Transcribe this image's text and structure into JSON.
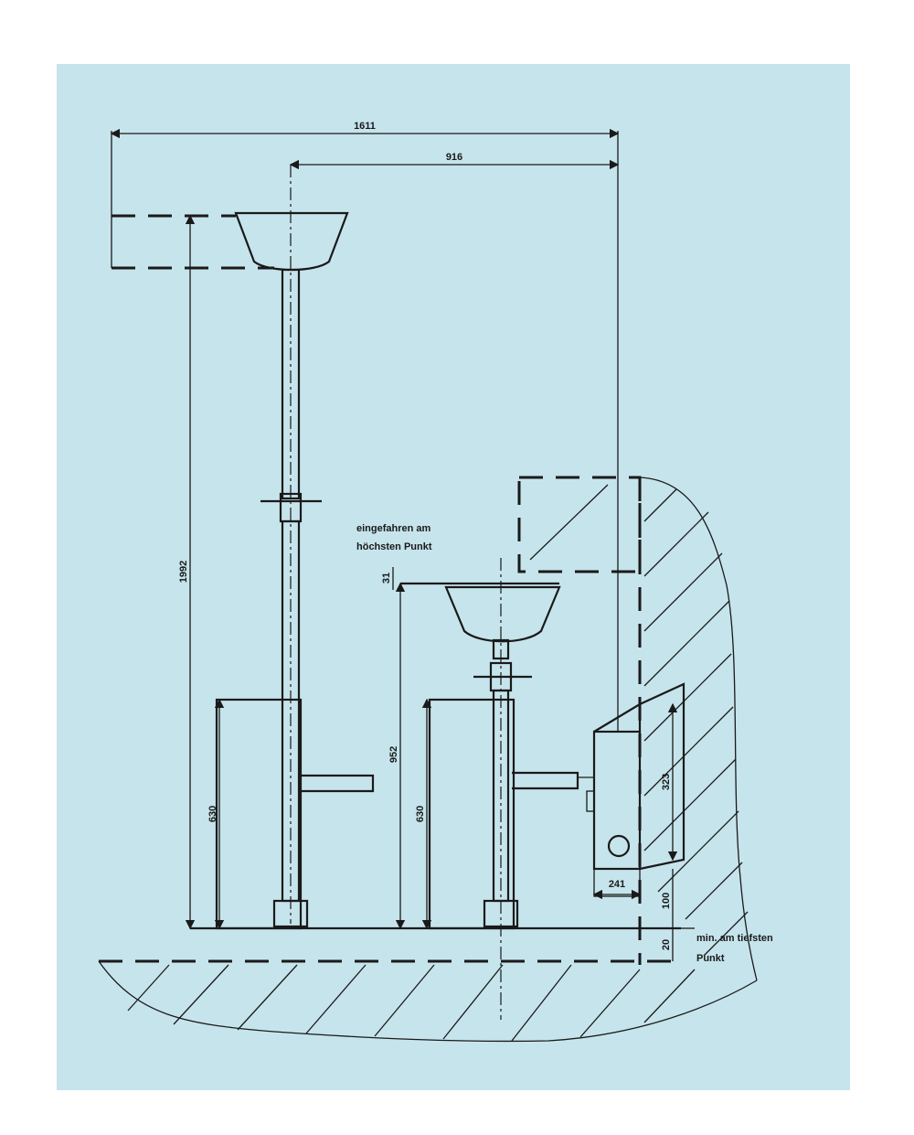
{
  "dimensions": {
    "top_total": "1611",
    "top_inner": "916",
    "height_left": "1992",
    "height_right": "952",
    "lower_left": "630",
    "lower_mid": "630",
    "box_height": "323",
    "box_width": "241",
    "small_gap": "31",
    "box_offset": "100",
    "floor_gap": "20"
  },
  "notes": {
    "raised_line1": "eingefahren am",
    "raised_line2": "höchsten Punkt",
    "floor_line1": "min. am tiefsten",
    "floor_line2": "Punkt"
  },
  "colors": {
    "background": "#c6e4ec",
    "lines": "#1a1a1a"
  }
}
